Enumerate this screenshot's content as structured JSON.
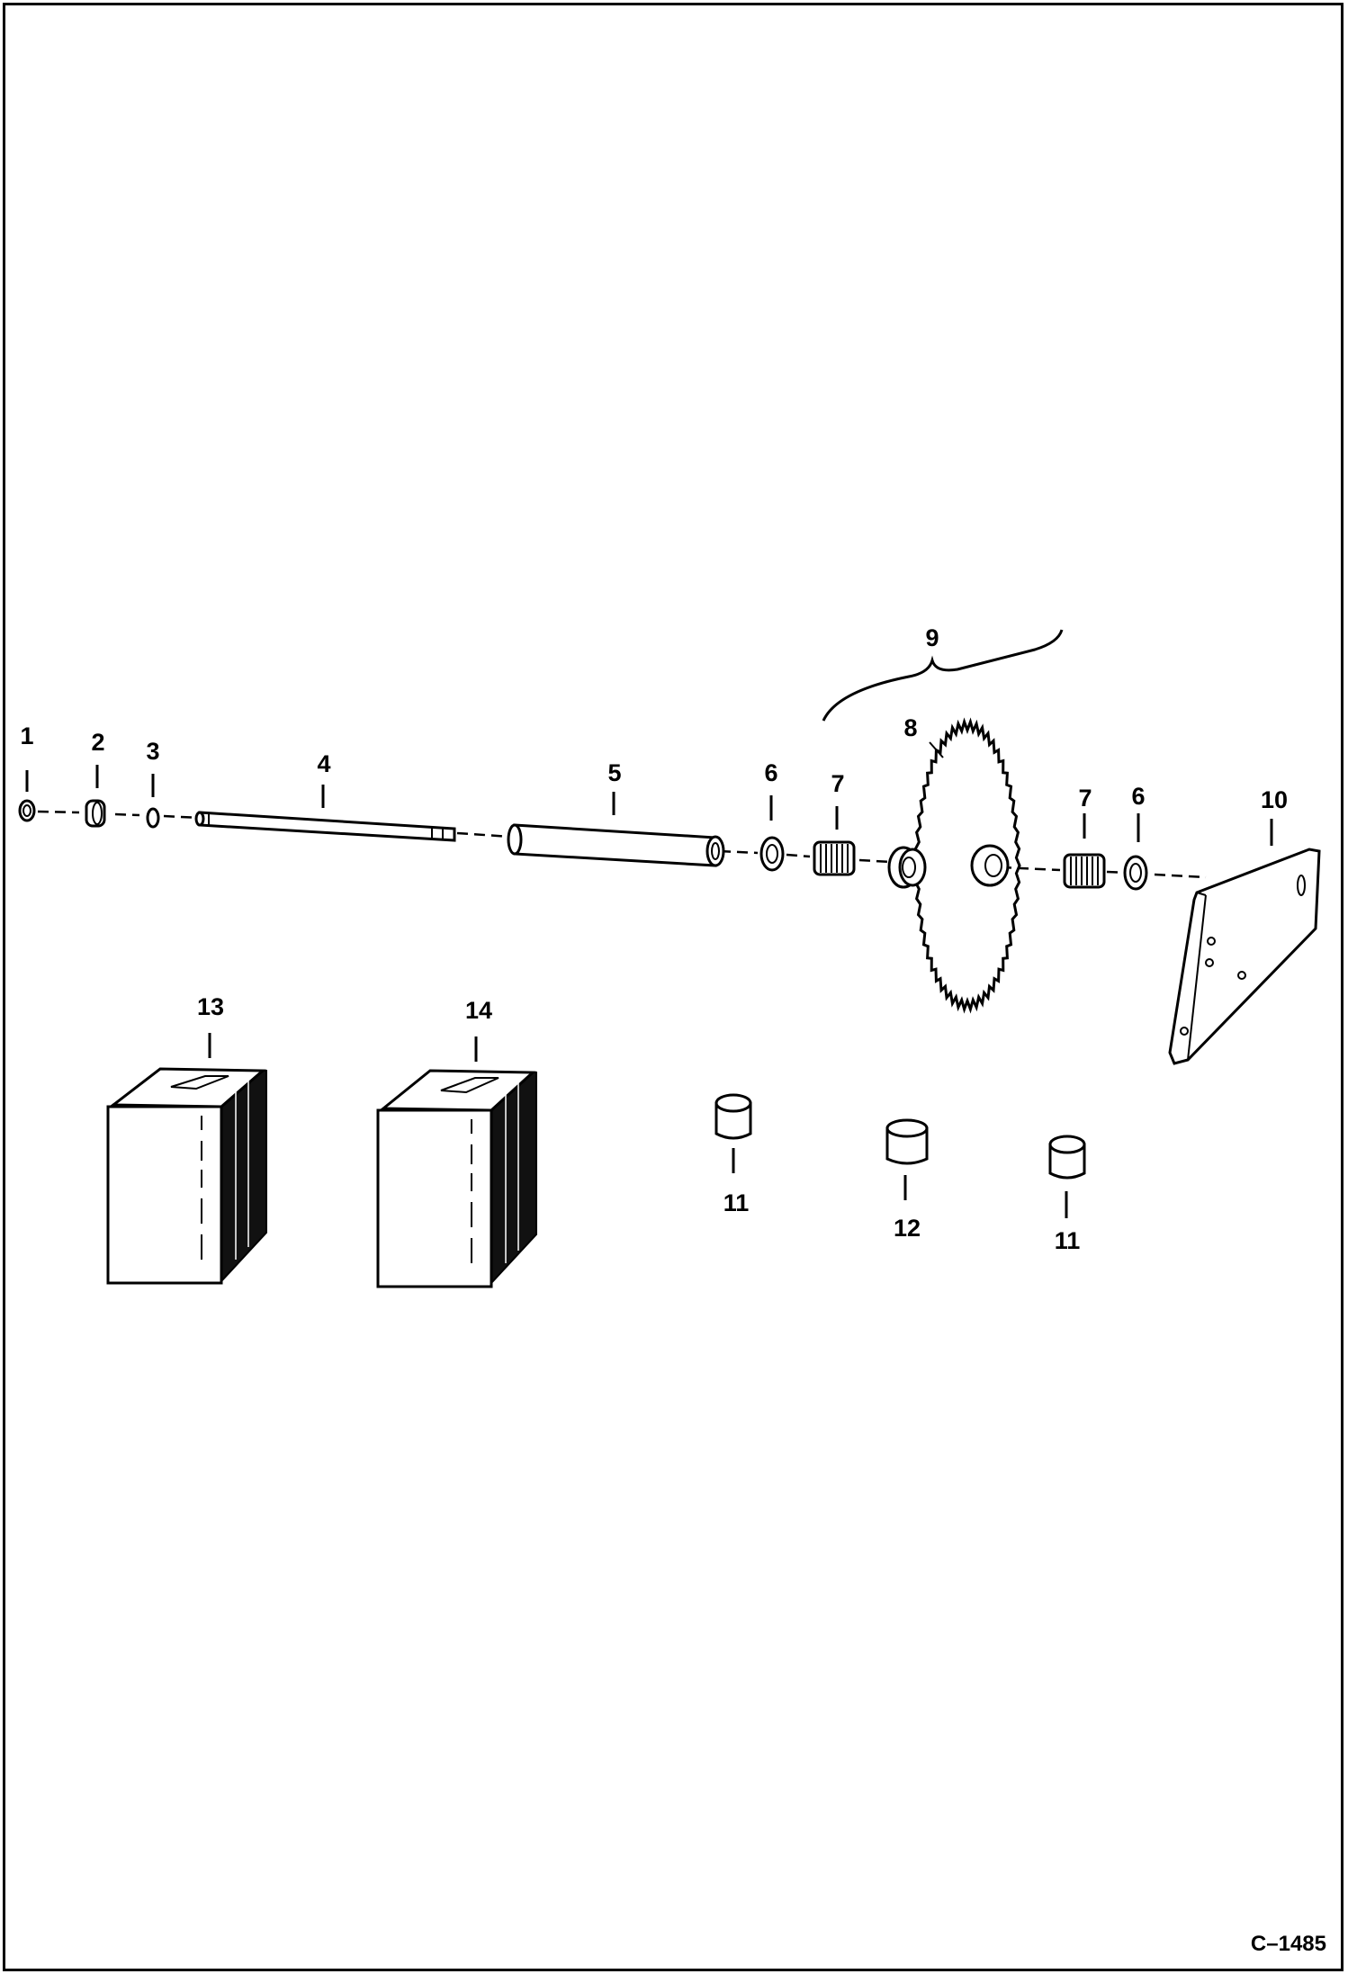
{
  "callouts": {
    "c1": "1",
    "c2": "2",
    "c3": "3",
    "c4": "4",
    "c5": "5",
    "c6a": "6",
    "c7a": "7",
    "c8": "8",
    "c9": "9",
    "c7b": "7",
    "c6b": "6",
    "c10": "10",
    "c13": "13",
    "c14": "14",
    "c11a": "11",
    "c12": "12",
    "c11b": "11"
  },
  "figure_ref": "C–1485"
}
